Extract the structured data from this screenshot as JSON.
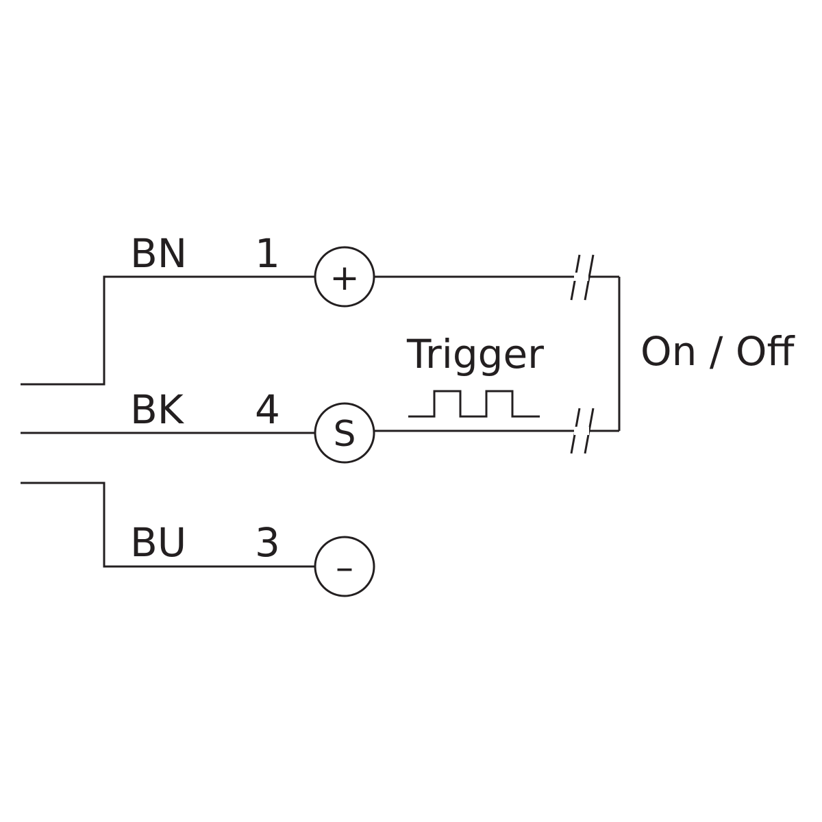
{
  "colors": {
    "stroke": "#231f20",
    "background": "#ffffff"
  },
  "pins": [
    {
      "wire": "BN",
      "number": "1",
      "symbol": "+"
    },
    {
      "wire": "BK",
      "number": "4",
      "symbol": "S"
    },
    {
      "wire": "BU",
      "number": "3",
      "symbol": "–"
    }
  ],
  "labels": {
    "trigger": "Trigger",
    "switch": "On / Off"
  }
}
